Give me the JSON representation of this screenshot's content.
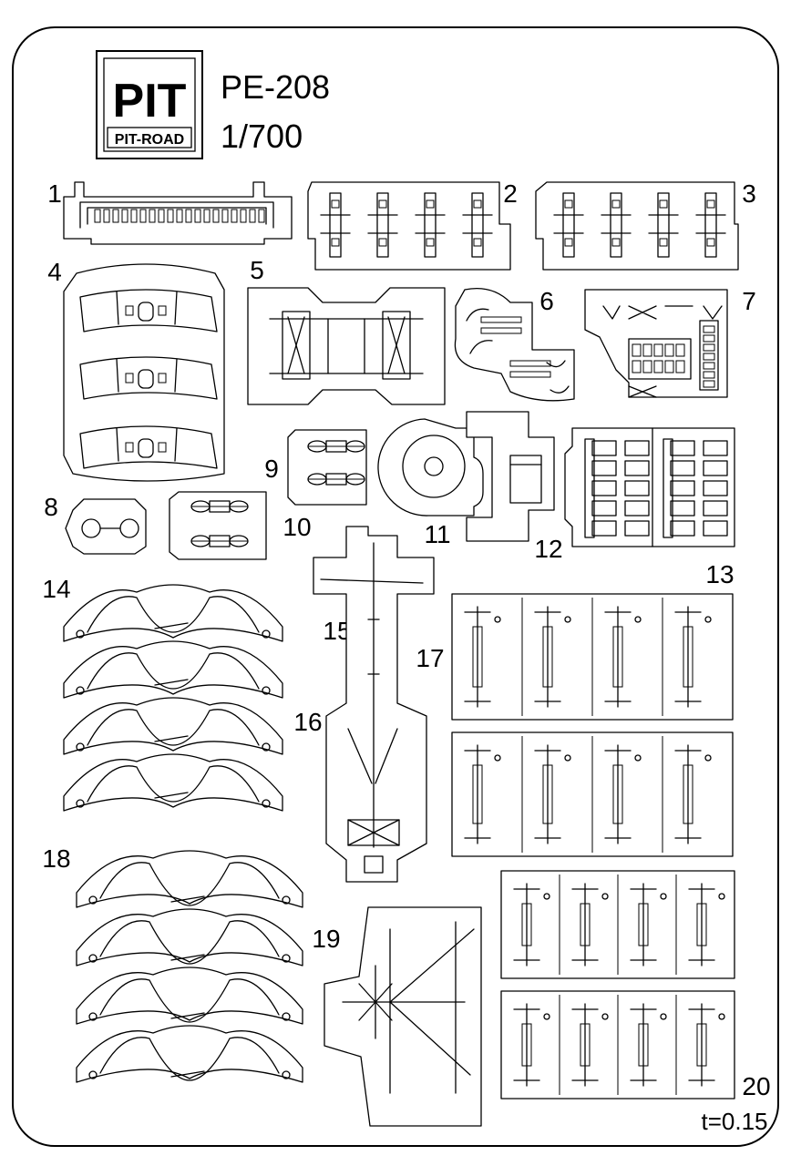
{
  "sheet": {
    "product_code": "PE-208",
    "scale": "1/700",
    "thickness": "t=0.15",
    "logo": {
      "letters": "PIT",
      "brand": "PIT-ROAD"
    }
  },
  "parts": [
    {
      "number": "1"
    },
    {
      "number": "2"
    },
    {
      "number": "3"
    },
    {
      "number": "4"
    },
    {
      "number": "5"
    },
    {
      "number": "6"
    },
    {
      "number": "7"
    },
    {
      "number": "8"
    },
    {
      "number": "9"
    },
    {
      "number": "10"
    },
    {
      "number": "11"
    },
    {
      "number": "12"
    },
    {
      "number": "13"
    },
    {
      "number": "14"
    },
    {
      "number": "15"
    },
    {
      "number": "16"
    },
    {
      "number": "17"
    },
    {
      "number": "18"
    },
    {
      "number": "19"
    },
    {
      "number": "20"
    }
  ]
}
